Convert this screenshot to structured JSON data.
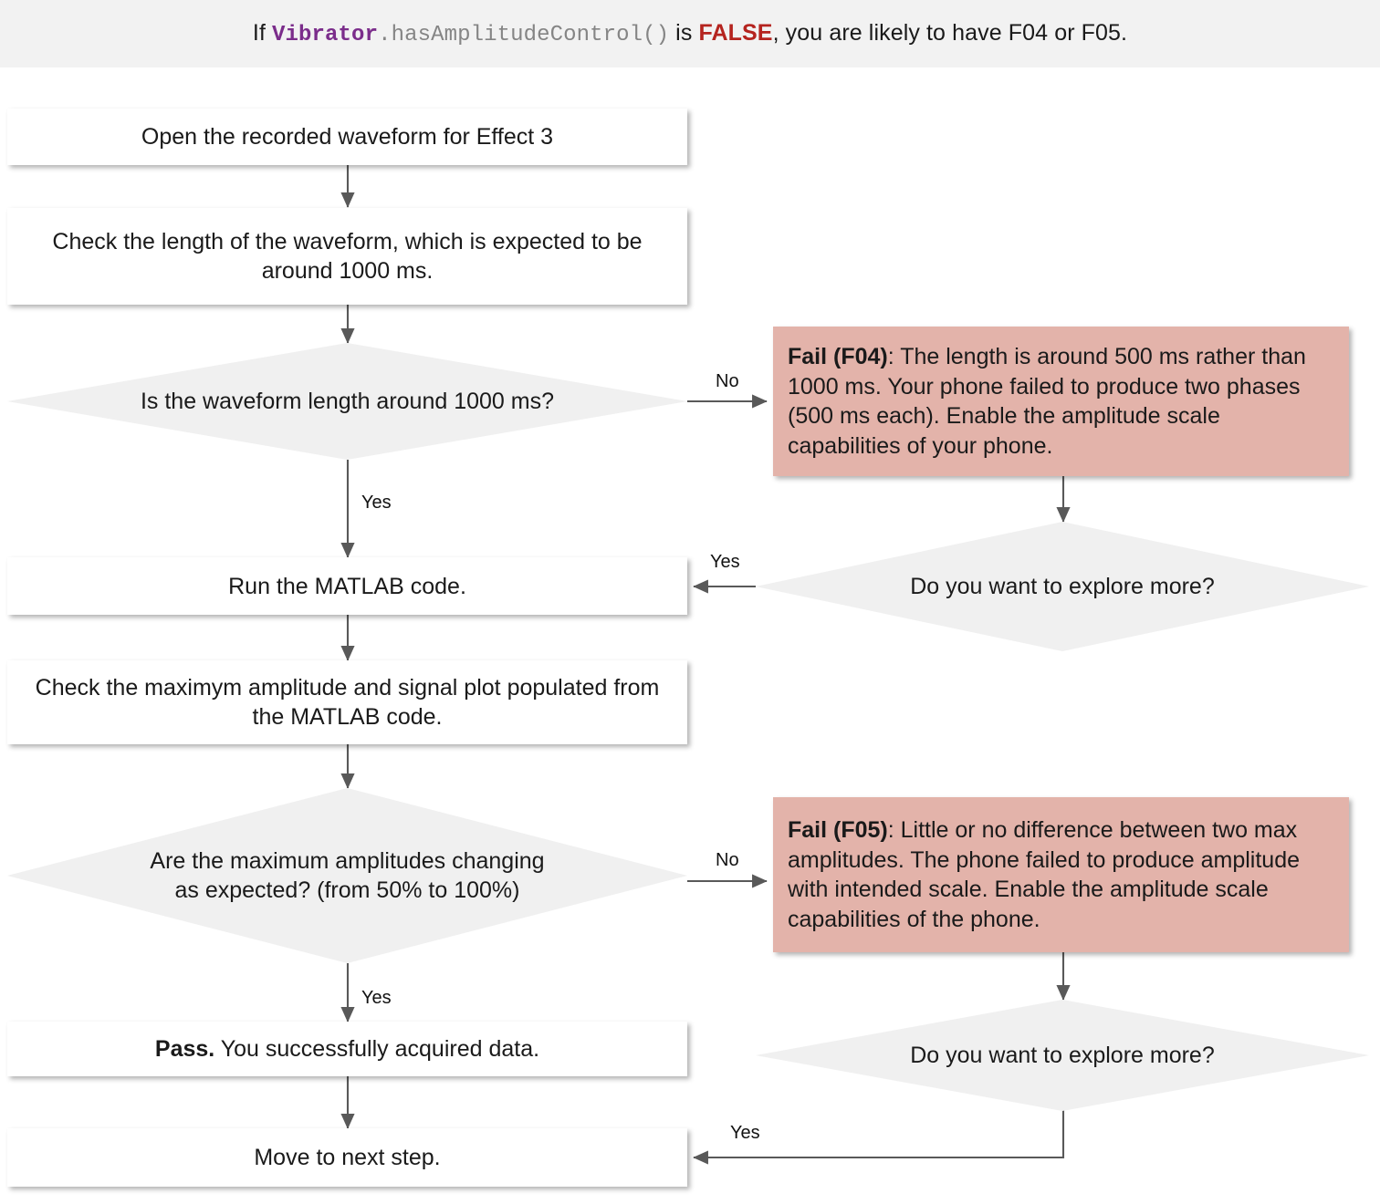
{
  "header": {
    "prefix": "If ",
    "code_class": "Vibrator",
    "code_method": ".hasAmplitudeControl()",
    "middle": " is ",
    "keyword": "FALSE",
    "suffix": ", you are likely to have F04 or F05.",
    "background": "#f2f2f2",
    "class_color": "#7b2d8b",
    "method_color": "#858585",
    "keyword_color": "#b5241f"
  },
  "colors": {
    "process_fill": "#ffffff",
    "decision_fill": "#f0f0f0",
    "fail_fill": "#e3b3aa",
    "connector": "#595959",
    "text": "#1a1a1a"
  },
  "nodes": {
    "open_waveform": {
      "text": "Open the recorded waveform for Effect 3"
    },
    "check_length": {
      "text": "Check the length of the waveform, which is expected to be around 1000 ms."
    },
    "decide_length": {
      "text": "Is the waveform length around 1000 ms?"
    },
    "fail_f04": {
      "label": "Fail (F04)",
      "body": ": The length is around 500 ms rather than 1000 ms. Your phone failed to produce two phases (500 ms each). Enable the amplitude scale capabilities of your phone."
    },
    "explore_more_top": {
      "text": "Do you want to explore more?"
    },
    "run_matlab": {
      "text": "Run the MATLAB code."
    },
    "check_amplitude": {
      "text": "Check the maximym amplitude and signal plot populated from the MATLAB code."
    },
    "decide_amplitude": {
      "text": "Are the maximum amplitudes changing as expected? (from 50% to 100%)"
    },
    "fail_f05": {
      "label": "Fail (F05)",
      "body": ": Little or no difference between two max amplitudes. The phone failed to produce amplitude with intended scale. Enable the amplitude scale capabilities of the phone."
    },
    "explore_more_bottom": {
      "text": "Do you want to explore more?"
    },
    "pass_result": {
      "label": "Pass.",
      "body": " You successfully acquired data."
    },
    "next_step": {
      "text": "Move to next step."
    }
  },
  "edge_labels": {
    "length_no": "No",
    "length_yes": "Yes",
    "explore_top_yes": "Yes",
    "amplitude_no": "No",
    "amplitude_yes": "Yes",
    "explore_bottom_yes": "Yes"
  }
}
